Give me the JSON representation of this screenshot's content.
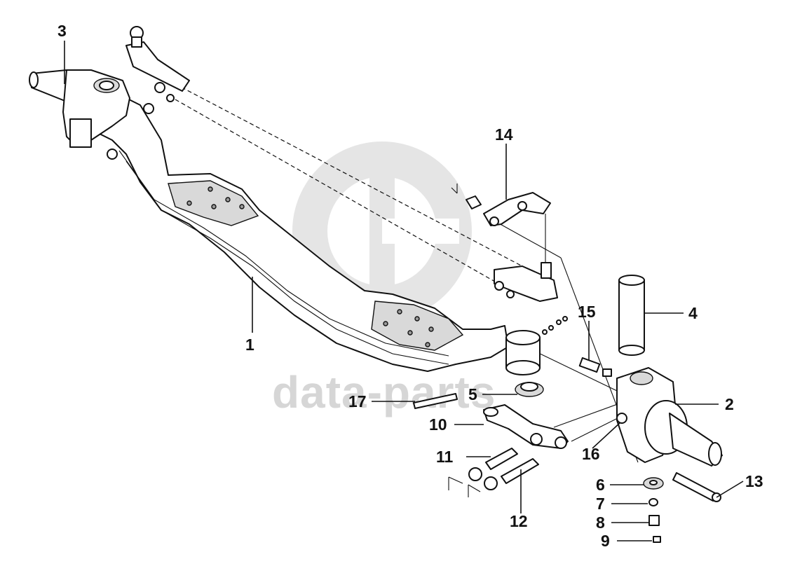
{
  "watermark": {
    "text": "data-parts",
    "color": "#c9c9c9"
  },
  "callouts": [
    {
      "id": "1",
      "label": "1"
    },
    {
      "id": "2",
      "label": "2"
    },
    {
      "id": "3",
      "label": "3"
    },
    {
      "id": "4",
      "label": "4"
    },
    {
      "id": "5",
      "label": "5"
    },
    {
      "id": "6",
      "label": "6"
    },
    {
      "id": "7",
      "label": "7"
    },
    {
      "id": "8",
      "label": "8"
    },
    {
      "id": "9",
      "label": "9"
    },
    {
      "id": "10",
      "label": "10"
    },
    {
      "id": "11",
      "label": "11"
    },
    {
      "id": "12",
      "label": "12"
    },
    {
      "id": "13",
      "label": "13"
    },
    {
      "id": "14",
      "label": "14"
    },
    {
      "id": "15",
      "label": "15"
    },
    {
      "id": "16",
      "label": "16"
    },
    {
      "id": "17",
      "label": "17"
    }
  ]
}
